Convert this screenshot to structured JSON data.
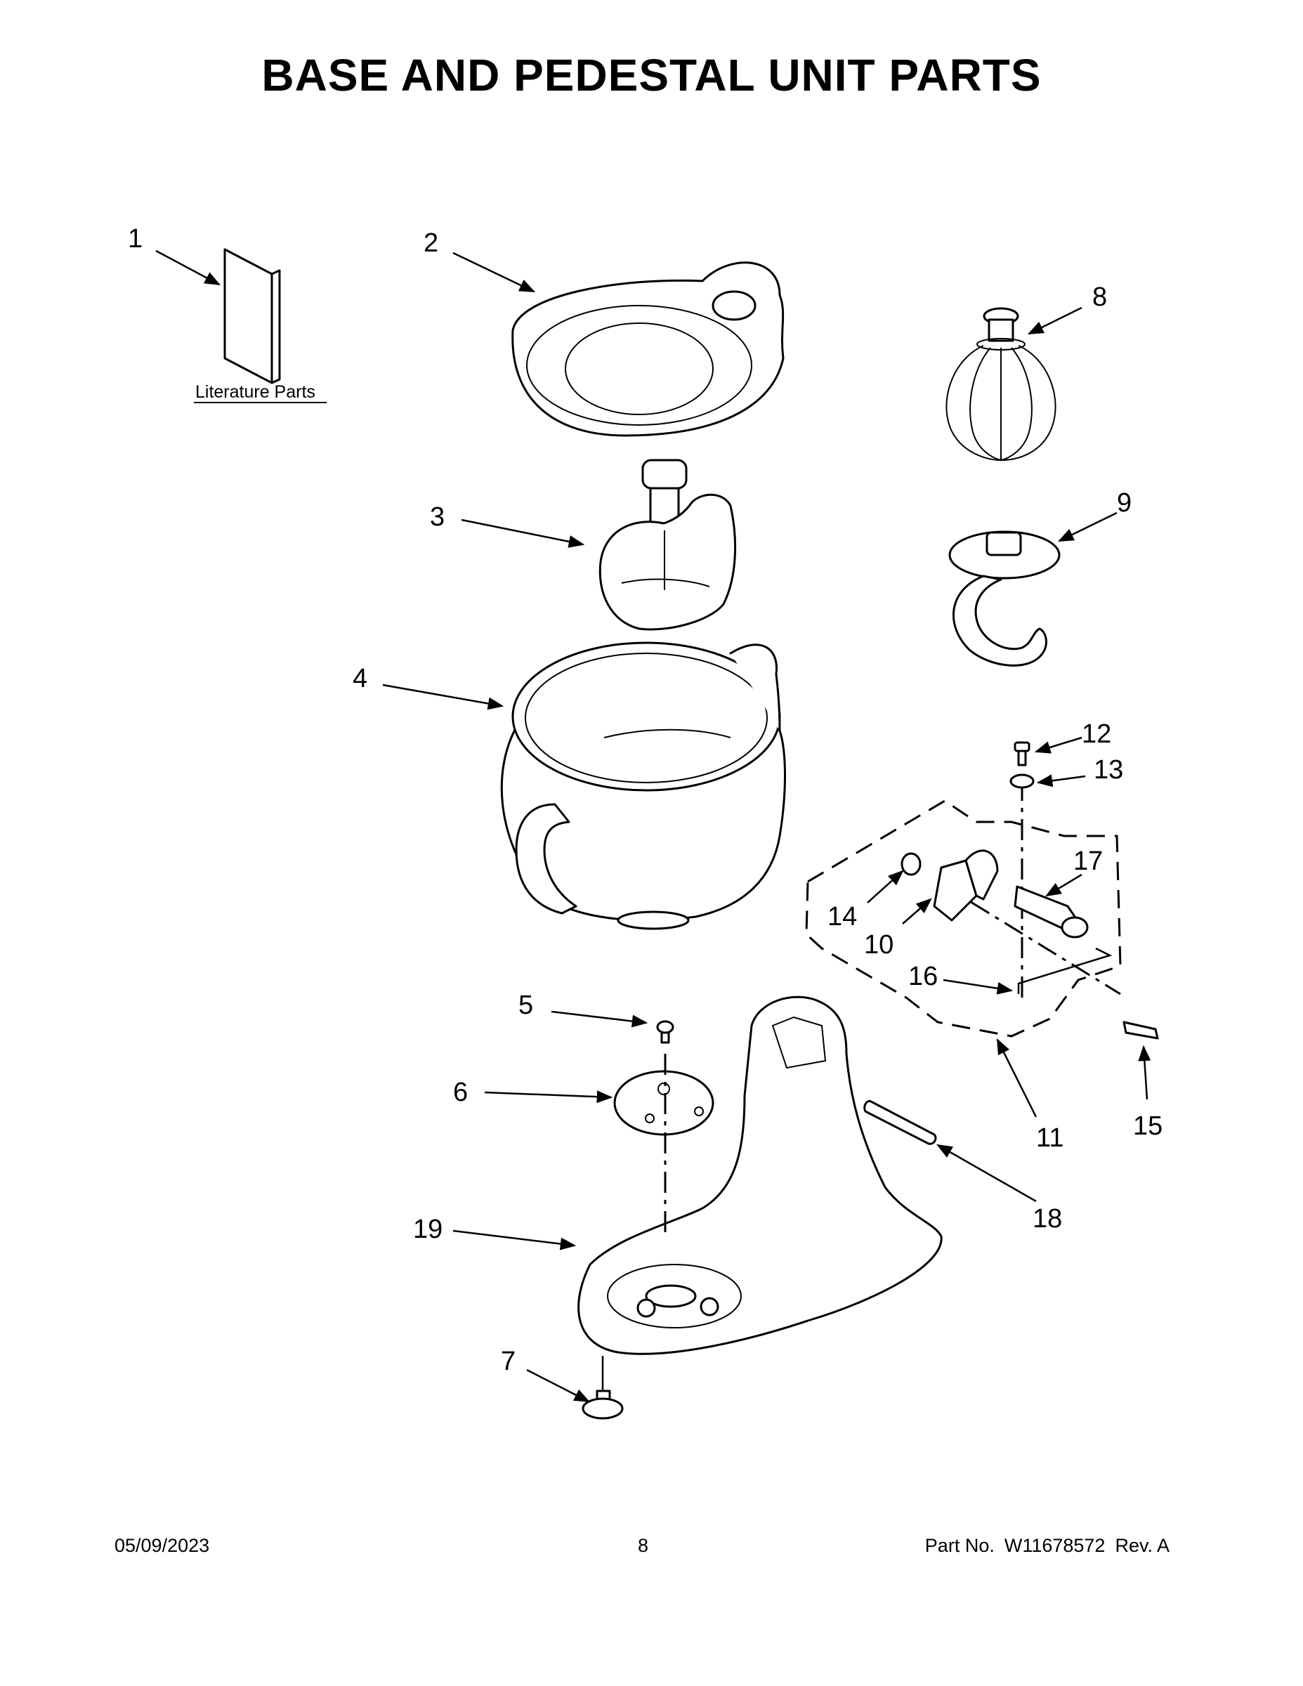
{
  "title": "BASE AND PEDESTAL UNIT PARTS",
  "literature_label": "Literature Parts",
  "callouts": [
    "1",
    "2",
    "3",
    "4",
    "5",
    "6",
    "7",
    "8",
    "9",
    "10",
    "11",
    "12",
    "13",
    "14",
    "15",
    "16",
    "17",
    "18",
    "19"
  ],
  "footer": {
    "date": "05/09/2023",
    "page": "8",
    "part_label": "Part No.",
    "part_number": "W11678572",
    "rev": "Rev.  A"
  }
}
